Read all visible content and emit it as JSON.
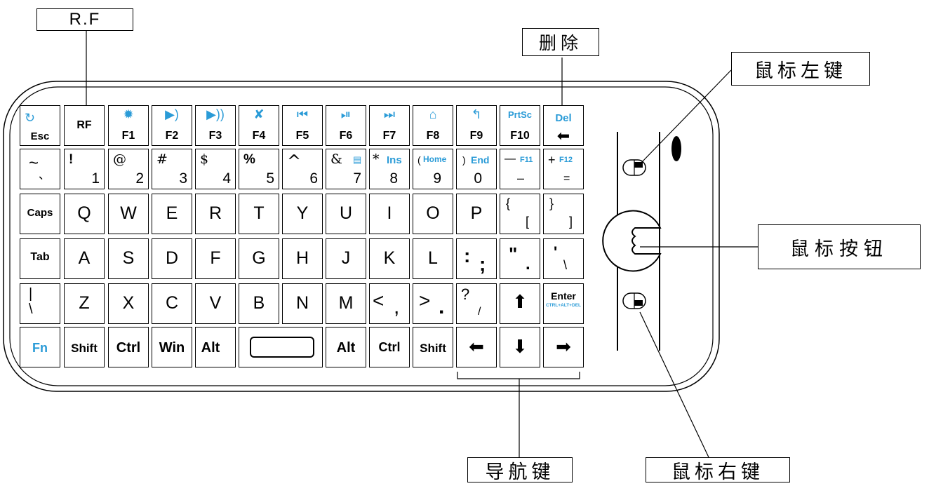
{
  "callouts": {
    "rf": "R.F",
    "delete": "删除",
    "mouse_left": "鼠标左键",
    "mouse_button": "鼠标按钮",
    "mouse_right": "鼠标右键",
    "nav": "导航键"
  },
  "keys": {
    "esc": "Esc",
    "rf": "RF",
    "f1": "F1",
    "f2": "F2",
    "f3": "F3",
    "f4": "F4",
    "f5": "F5",
    "f6": "F6",
    "f7": "F7",
    "f8": "F8",
    "f9": "F9",
    "f10": "F10",
    "f10_top": "PrtSc",
    "del": "Del",
    "tilde": "~",
    "backtick": "、",
    "n1_top": "!",
    "n1": "1",
    "n2_top": "@",
    "n2": "2",
    "n3_top": "#",
    "n3": "3",
    "n4_top": "$",
    "n4": "4",
    "n5_top": "%",
    "n5": "5",
    "n6_top": "^",
    "n6": "6",
    "n7_top": "&",
    "n7": "7",
    "n8_top": "*",
    "n8_fn": "Ins",
    "n8": "8",
    "n9_top": "(",
    "n9_fn": "Home",
    "n9": "9",
    "n0_top": ")",
    "n0_fn": "End",
    "n0": "0",
    "minus_top": "—",
    "minus_fn": "F11",
    "minus": "–",
    "plus_top": "+",
    "plus_fn": "F12",
    "equals": "=",
    "caps": "Caps",
    "q": "Q",
    "w": "W",
    "e": "E",
    "r": "R",
    "t": "T",
    "y": "Y",
    "u": "U",
    "i": "I",
    "o": "O",
    "p": "P",
    "lbrace": "{",
    "lbracket": "[",
    "rbrace": "}",
    "rbracket": "]",
    "tab": "Tab",
    "a": "A",
    "s": "S",
    "d": "D",
    "f": "F",
    "g": "G",
    "h": "H",
    "j": "J",
    "k": "K",
    "l": "L",
    "colon": ":",
    "semicolon": ";",
    "dquote": "\"",
    "squote": "'",
    "pipe": "|",
    "backslash": "\\",
    "z": "Z",
    "x": "X",
    "c": "C",
    "v": "V",
    "b": "B",
    "n": "N",
    "m": "M",
    "lt": "<",
    "comma": ",",
    "gt": ">",
    "period": ".",
    "question": "?",
    "slash": "/",
    "enter": "Enter",
    "enter_sub": "CTRL+ALT+DEL",
    "fn": "Fn",
    "shift": "Shift",
    "ctrl": "Ctrl",
    "win": "Win",
    "alt": "Alt",
    "alt_r": "Alt",
    "ctrl_r": "Ctrl",
    "shift_r": "Shift"
  },
  "icons": {
    "esc": "sync-icon",
    "f1": "brightness-icon",
    "f2": "volume-down-icon",
    "f3": "volume-up-icon",
    "f4": "mute-icon",
    "f5": "previous-track-icon",
    "f6": "play-pause-icon",
    "f7": "next-track-icon",
    "f8": "home-icon",
    "f9": "back-icon",
    "del": "backspace-arrow-icon",
    "up": "arrow-up-icon",
    "down": "arrow-down-icon",
    "left": "arrow-left-icon",
    "right": "arrow-right-icon"
  },
  "colors": {
    "fn_blue": "#2a9bd7",
    "line": "#000000"
  }
}
